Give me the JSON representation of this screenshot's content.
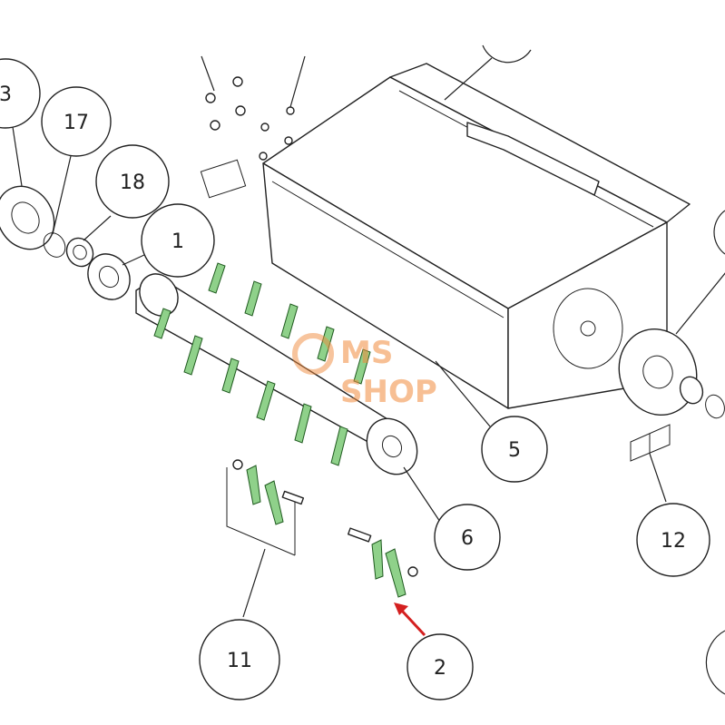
{
  "diagram": {
    "callouts": [
      {
        "id": "c3",
        "label": "3"
      },
      {
        "id": "c17",
        "label": "17"
      },
      {
        "id": "c18",
        "label": "18"
      },
      {
        "id": "c1",
        "label": "1"
      },
      {
        "id": "c5",
        "label": "5"
      },
      {
        "id": "c6",
        "label": "6"
      },
      {
        "id": "c12",
        "label": "12"
      },
      {
        "id": "c11",
        "label": "11"
      },
      {
        "id": "c2",
        "label": "2"
      }
    ],
    "watermark": {
      "line1": "MS",
      "line2": "SHOP"
    },
    "colors": {
      "blade": "#8fd18a",
      "highlight_arrow": "#d42020",
      "watermark": "#f08a3c"
    }
  }
}
